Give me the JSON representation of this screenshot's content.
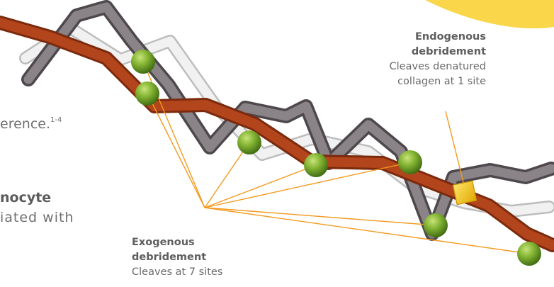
{
  "left_text_fragments": {
    "line1": "erence.",
    "line1_sup": "1-4",
    "line2": "nocyte",
    "line3": "iated with"
  },
  "endogenous": {
    "title_line1": "Endogenous",
    "title_line2": "debridement",
    "desc_line1": "Cleaves denatured",
    "desc_line2": "collagen at 1 site",
    "site_count": 1
  },
  "exogenous": {
    "title_line1": "Exogenous",
    "title_line2": "debridement",
    "desc_line1": "Cleaves at 7 sites",
    "site_count": 7
  },
  "colors": {
    "collagen_white": "#ececec",
    "collagen_gray": "#7b7479",
    "collagen_rust": "#b3451d",
    "cleave_site_green": "#84b534",
    "cleave_site_yellow": "#f2c20f",
    "pointer_line": "#f39a1e",
    "accent_blob": "#f9d64a"
  }
}
